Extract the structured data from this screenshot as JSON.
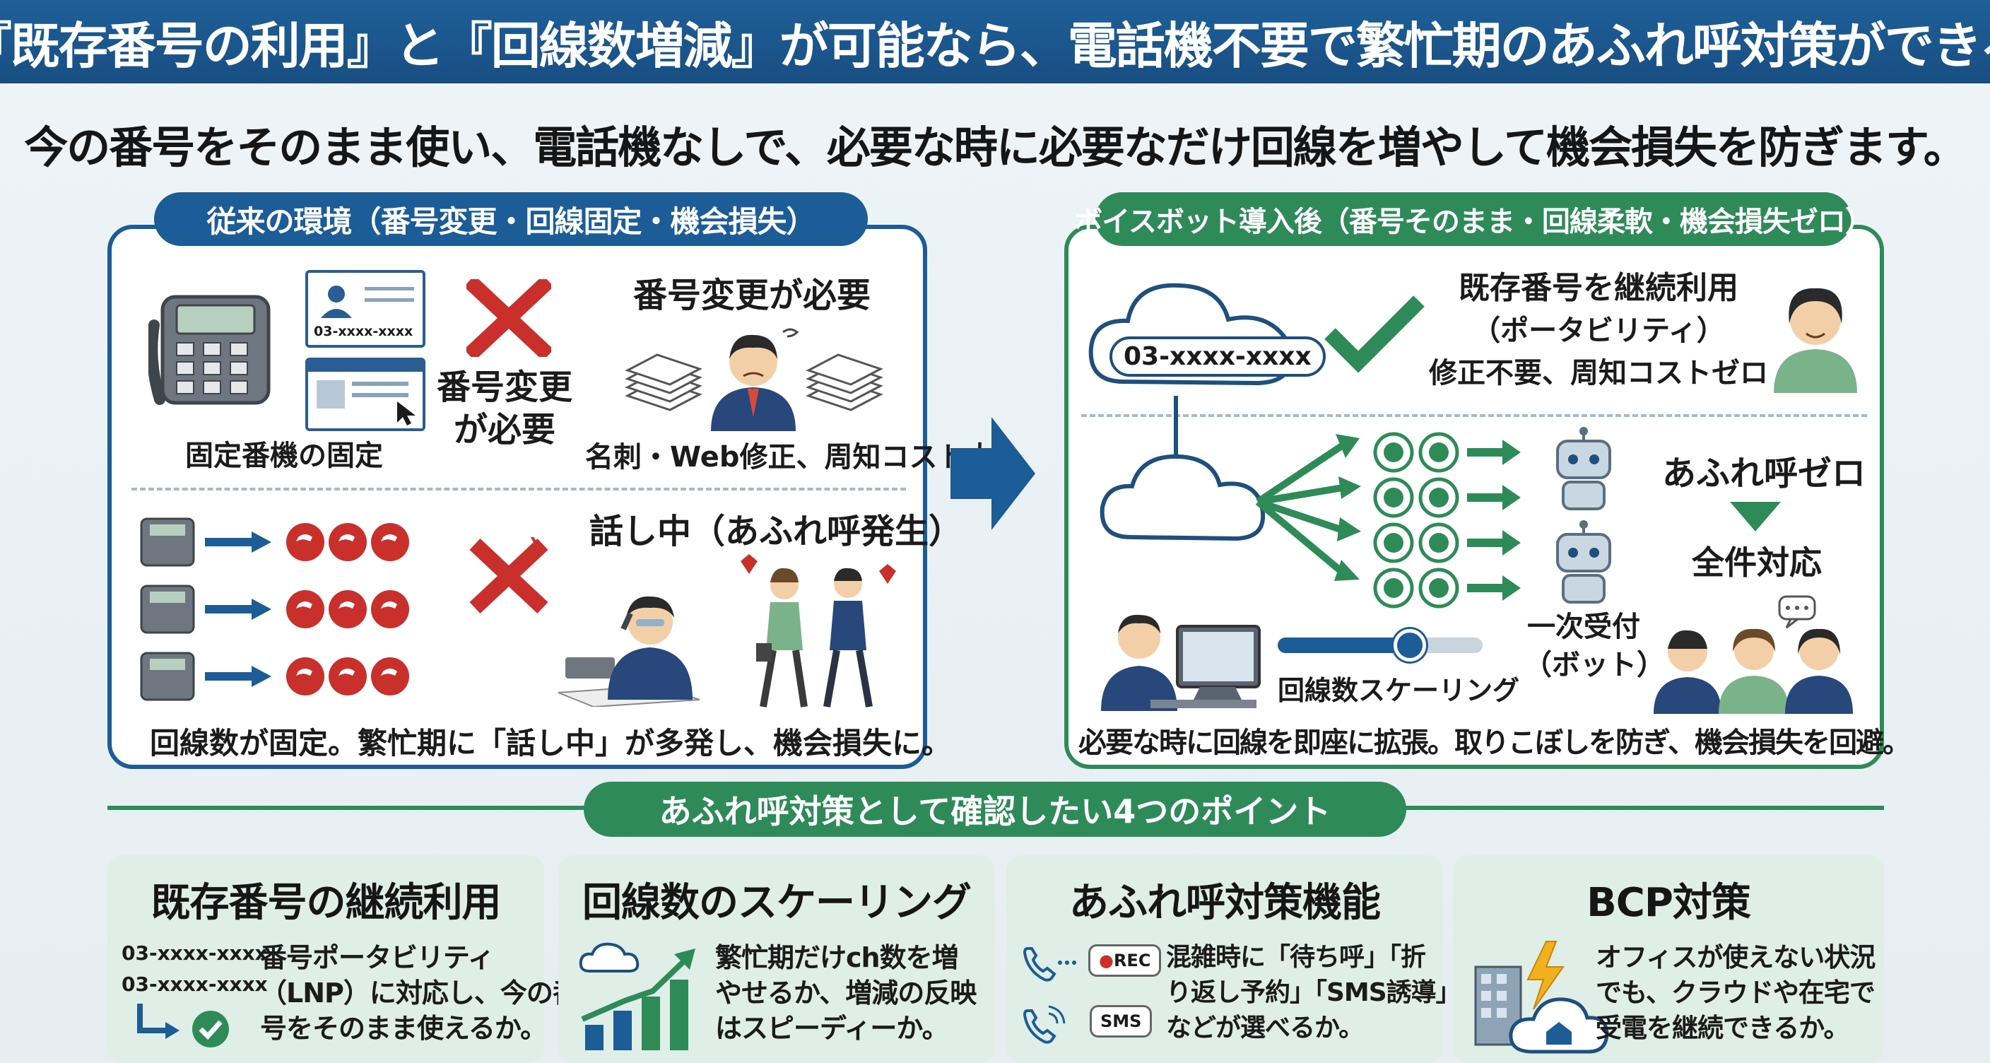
{
  "header": {
    "title": "『既存番号の利用』と『回線数増減』が可能なら、電話機不要で繁忙期のあふれ呼対策ができる",
    "subtitle": "今の番号をそのまま使い、電話機なしで、必要な時に必要なだけ回線を増やして機会損失を防ぎます。"
  },
  "left_panel": {
    "title": "従来の環境（番号変更・回線固定・機会損失）",
    "card_number": "03-xxxx-xxxx",
    "fixed_phone_label": "固定番機の固定",
    "change_required_lines": [
      "番号変更",
      "が必要"
    ],
    "change_required_heading": "番号変更が必要",
    "cost_label": "名刺・Web修正、周知コスト大",
    "busy_heading": "話し中（あふれ呼発生）",
    "bottom_caption": "回線数が固定。繁忙期に「話し中」が多発し、機会損失に。"
  },
  "right_panel": {
    "title": "ボイスボット導入後（番号そのまま・回線柔軟・機会損失ゼロ）",
    "cloud_number": "03-xxxx-xxxx",
    "keep_number_lines": [
      "既存番号を継続利用",
      "（ポータビリティ）",
      "修正不要、周知コストゼロ"
    ],
    "no_overflow_heading": "あふれ呼ゼロ",
    "all_handled": "全件対応",
    "first_reception_lines": [
      "一次受付",
      "（ボット）"
    ],
    "scaling_label": "回線数スケーリング",
    "bottom_caption": "必要な時に回線を即座に拡張。取りこぼしを防ぎ、機会損失を回避。"
  },
  "points": {
    "title": "あふれ呼対策として確認したい4つのポイント",
    "cards": [
      {
        "title": "既存番号の継続利用",
        "numbers": [
          "03-xxxx-xxxx",
          "03-xxxx-xxxx"
        ],
        "lines": [
          "番号ポータビリティ",
          "（LNP）に対応し、今の番",
          "号をそのまま使えるか。"
        ]
      },
      {
        "title": "回線数のスケーリング",
        "lines": [
          "繁忙期だけch数を増",
          "やせるか、増減の反映",
          "はスピーディーか。"
        ]
      },
      {
        "title": "あふれ呼対策機能",
        "badges": [
          "REC",
          "SMS"
        ],
        "lines": [
          "混雑時に「待ち呼」「折",
          "り返し予約」「SMS誘導」",
          "などが選べるか。"
        ]
      },
      {
        "title": "BCP対策",
        "lines": [
          "オフィスが使えない状況",
          "でも、クラウドや在宅で",
          "受電を継続できるか。"
        ]
      }
    ]
  },
  "colors": {
    "brand_blue": "#1c5c97",
    "brand_green": "#2f8a5a",
    "alert_red": "#c9302c",
    "check_green": "#2e8b57"
  }
}
